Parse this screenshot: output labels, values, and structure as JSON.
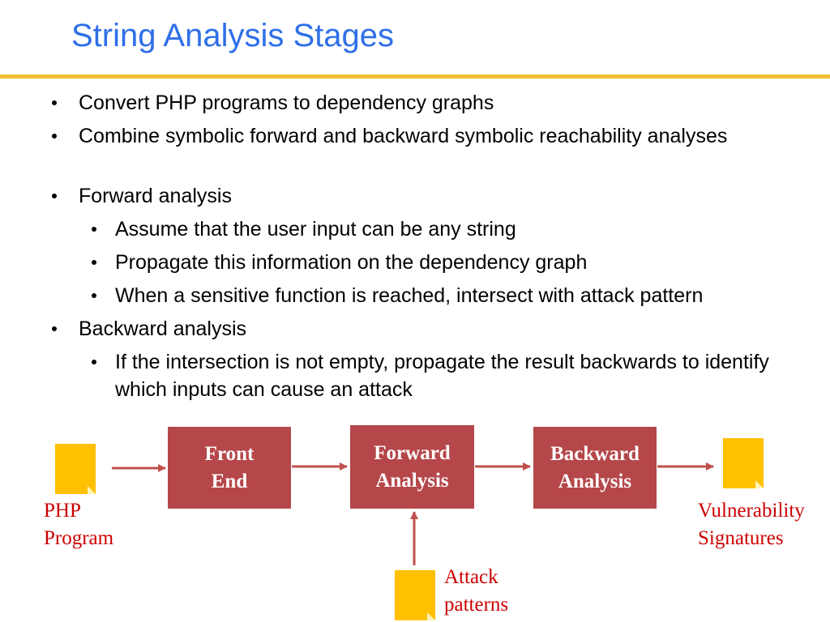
{
  "slide": {
    "title": "String Analysis Stages",
    "bullets": [
      {
        "level": 1,
        "text": "Convert PHP programs to dependency graphs"
      },
      {
        "level": 1,
        "text": "Combine symbolic forward and backward symbolic reachability analyses"
      },
      {
        "level": 1,
        "text": "Forward analysis"
      },
      {
        "level": 2,
        "text": "Assume that the user input can be any string"
      },
      {
        "level": 2,
        "text": "Propagate this information on the dependency graph"
      },
      {
        "level": 2,
        "text": "When a sensitive function is reached, intersect with attack pattern"
      },
      {
        "level": 1,
        "text": "Backward analysis"
      },
      {
        "level": 2,
        "text": "If the intersection is not empty, propagate the result backwards to identify which inputs can cause an attack"
      }
    ]
  },
  "diagram": {
    "boxes": {
      "front_end": [
        "Front",
        "End"
      ],
      "forward": [
        "Forward",
        "Analysis"
      ],
      "backward": [
        "Backward",
        "Analysis"
      ]
    },
    "docs": {
      "php_program": [
        "PHP",
        "Program"
      ],
      "vulnerability_signatures": [
        "Vulnerability",
        "Signatures"
      ],
      "attack_patterns": [
        "Attack",
        "patterns"
      ]
    },
    "colors": {
      "box_fill": "#b5474a",
      "box_text": "#ffffff",
      "doc_fill": "#ffc000",
      "label_color": "#cc0000",
      "arrow_color": "#c0504d",
      "title_color": "#2f6fe8",
      "rule_color": "#f1c232"
    }
  }
}
